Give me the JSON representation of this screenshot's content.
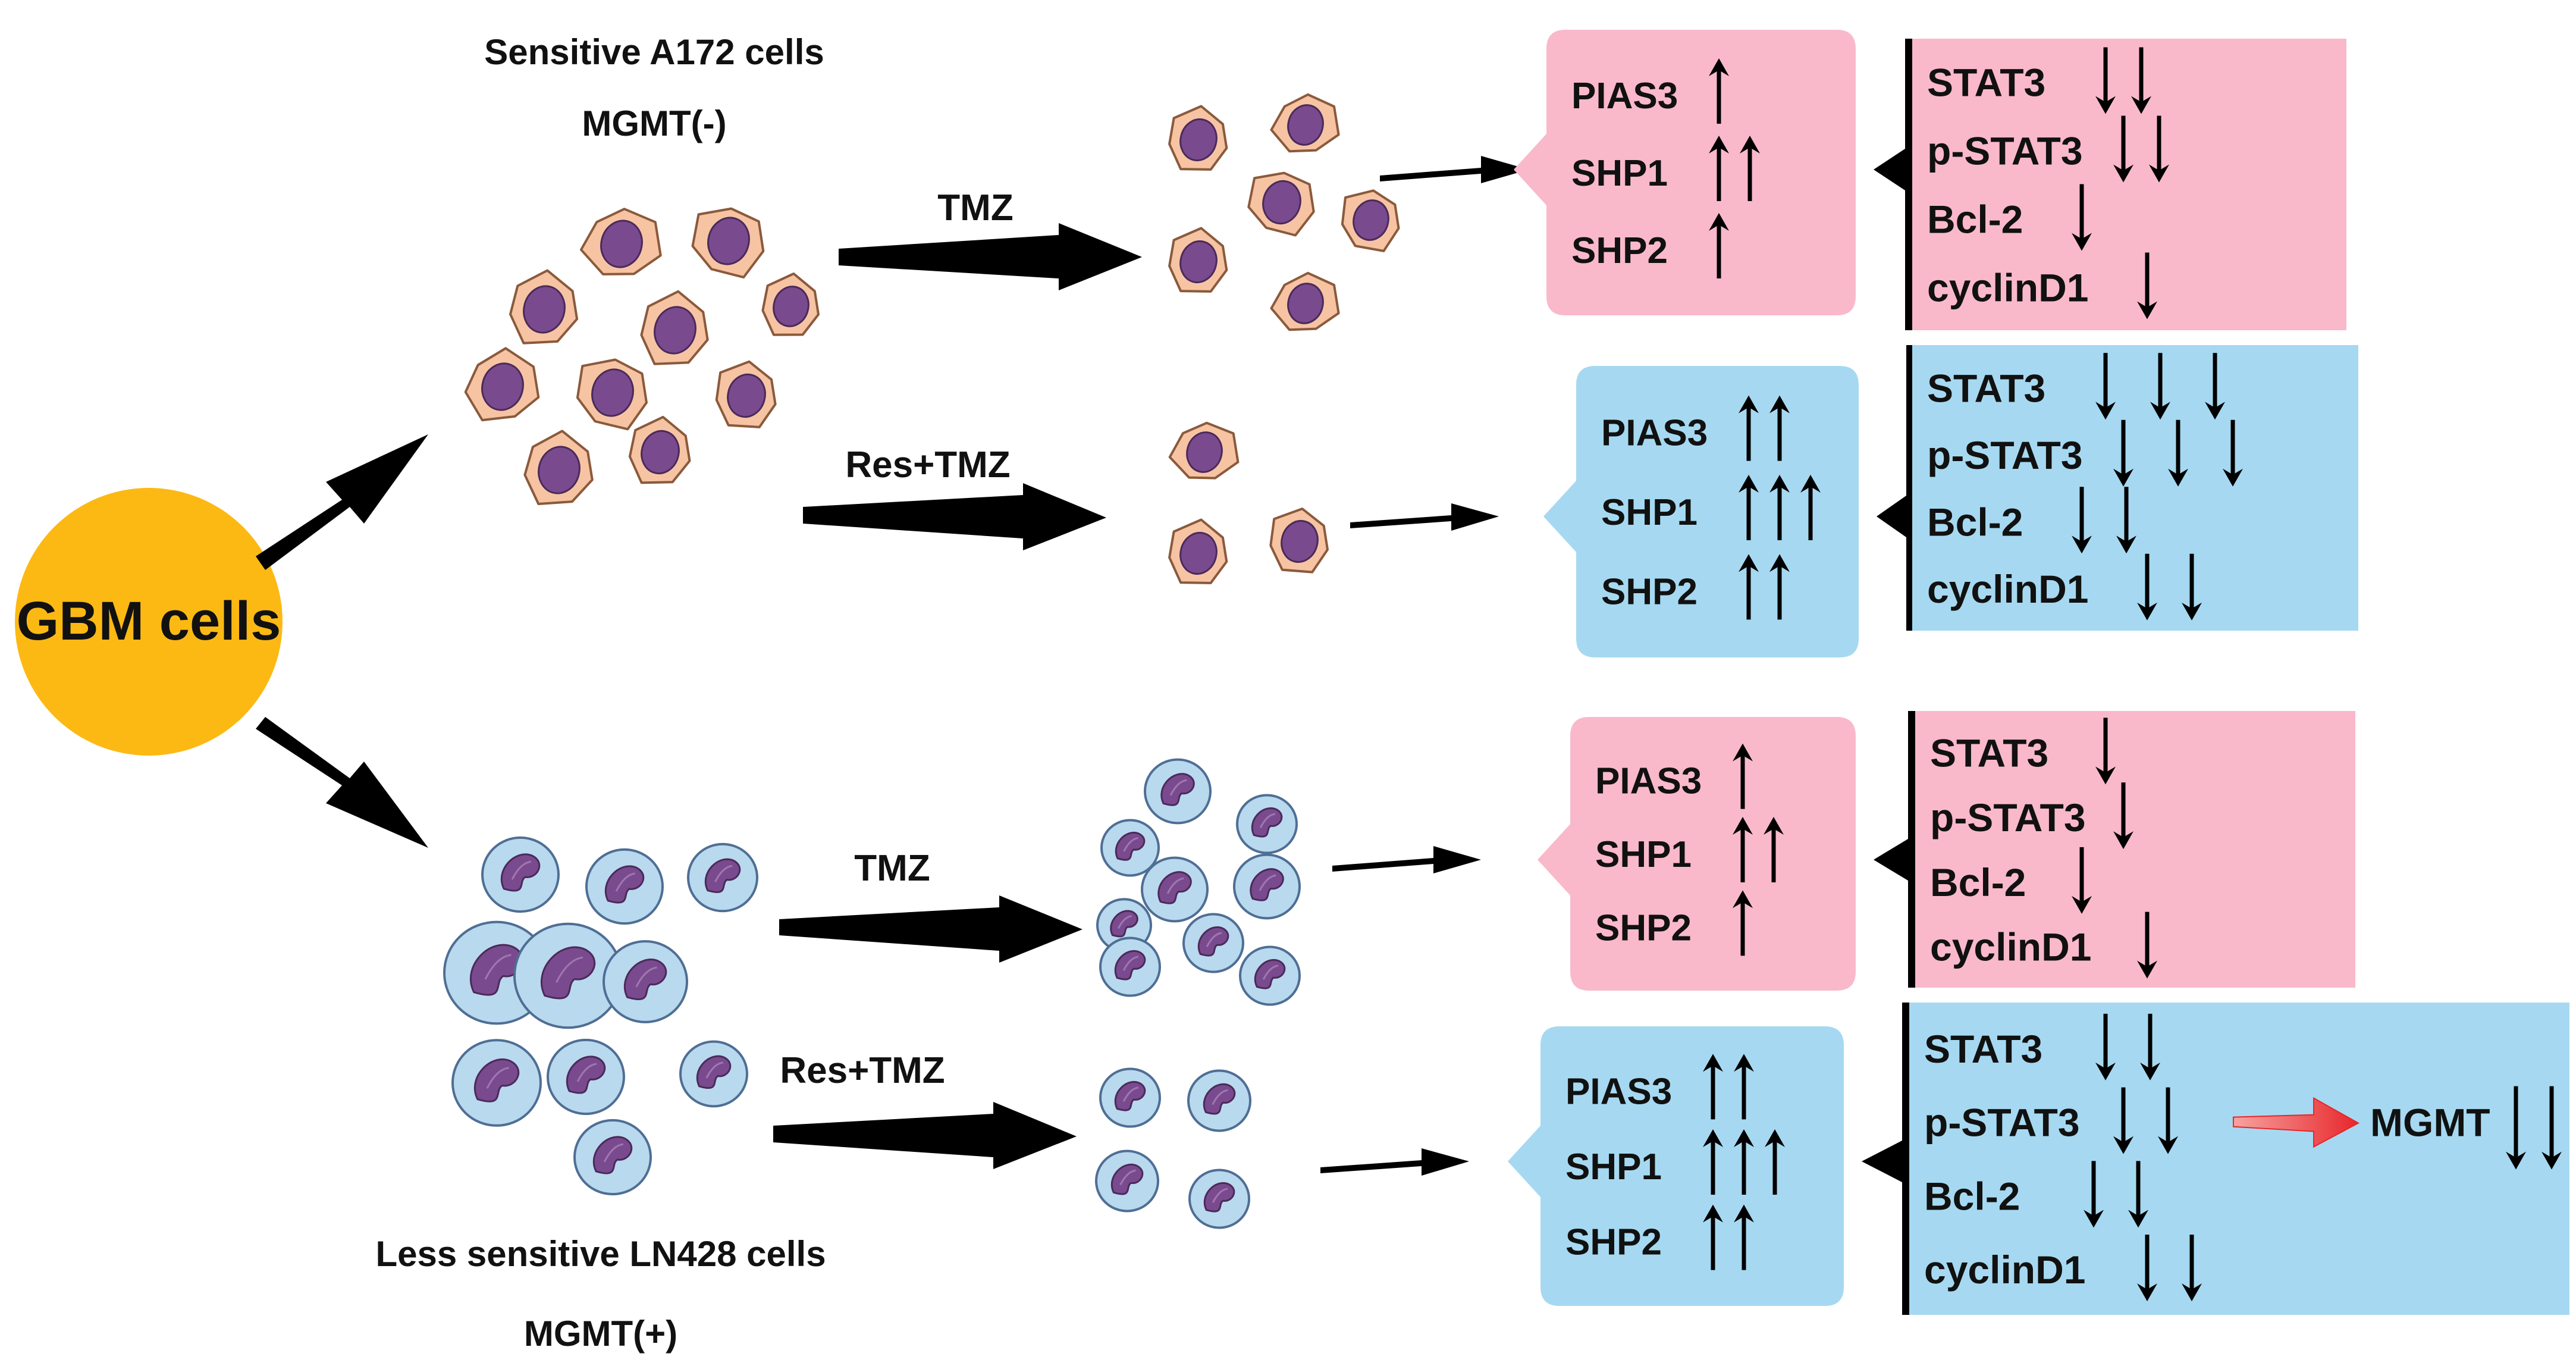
{
  "source": {
    "label": "GBM cells",
    "color": "#FDB913"
  },
  "colors": {
    "pink_panel": "#F9B9CB",
    "blue_panel": "#A6D9F1",
    "a172_cytoplasm": "#F7C4A3",
    "a172_outline": "#8A5A3C",
    "ln428_cytoplasm": "#B9D9EE",
    "ln428_outline": "#4F6E94",
    "nucleus": "#7A4A8E",
    "mgmt_arrow": "#E8262B"
  },
  "groups": {
    "a172": {
      "title": "Sensitive A172 cells",
      "marker": "MGMT(-)"
    },
    "ln428": {
      "title": "Less sensitive LN428 cells",
      "marker": "MGMT(+)"
    }
  },
  "rows": [
    {
      "treatment": "TMZ",
      "panel": "pink",
      "inhibitors": [
        "PIAS3",
        "SHP1",
        "SHP2"
      ],
      "inhibitor_arrows": [
        1,
        2,
        1
      ],
      "targets": [
        "STAT3",
        "p-STAT3",
        "Bcl-2",
        "cyclinD1"
      ],
      "target_arrows": [
        2,
        2,
        1,
        1
      ]
    },
    {
      "treatment": "Res+TMZ",
      "panel": "blue",
      "inhibitors": [
        "PIAS3",
        "SHP1",
        "SHP2"
      ],
      "inhibitor_arrows": [
        2,
        3,
        2
      ],
      "targets": [
        "STAT3",
        "p-STAT3",
        "Bcl-2",
        "cyclinD1"
      ],
      "target_arrows": [
        3,
        3,
        2,
        2
      ]
    },
    {
      "treatment": "TMZ",
      "panel": "pink",
      "inhibitors": [
        "PIAS3",
        "SHP1",
        "SHP2"
      ],
      "inhibitor_arrows": [
        1,
        2,
        1
      ],
      "targets": [
        "STAT3",
        "p-STAT3",
        "Bcl-2",
        "cyclinD1"
      ],
      "target_arrows": [
        1,
        1,
        1,
        1
      ]
    },
    {
      "treatment": "Res+TMZ",
      "panel": "blue",
      "inhibitors": [
        "PIAS3",
        "SHP1",
        "SHP2"
      ],
      "inhibitor_arrows": [
        2,
        3,
        2
      ],
      "targets": [
        "STAT3",
        "p-STAT3",
        "Bcl-2",
        "cyclinD1"
      ],
      "target_arrows": [
        2,
        2,
        2,
        2
      ],
      "extra": {
        "label": "MGMT",
        "arrows": 2
      }
    }
  ]
}
